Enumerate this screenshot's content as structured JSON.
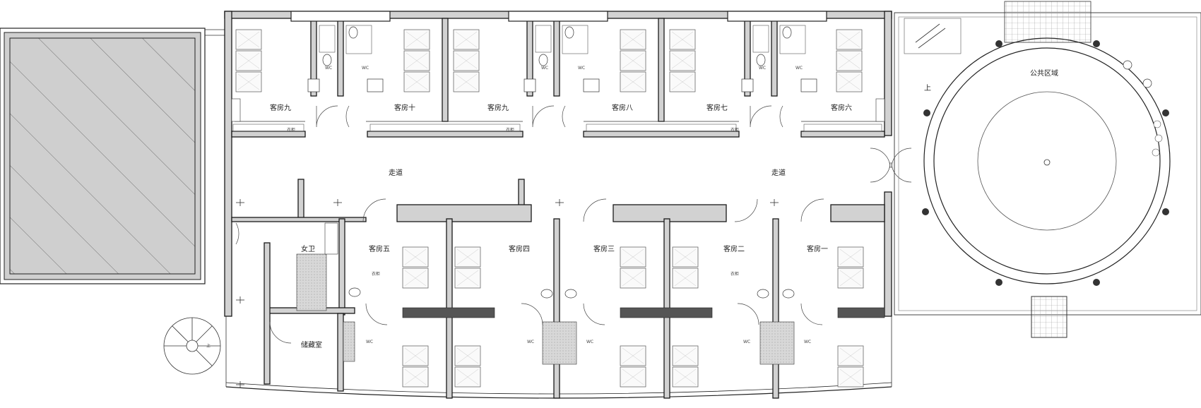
{
  "plan": {
    "labels": {
      "public_area": "公共区域",
      "corridor_left": "走道",
      "corridor_right": "走道",
      "room_9a": "客房九",
      "room_10": "客房十",
      "room_9b": "客房九",
      "room_8": "客房八",
      "room_7": "客房七",
      "room_6": "客房六",
      "room_5": "客房五",
      "room_4": "客房四",
      "room_3": "客房三",
      "room_2": "客房二",
      "room_1": "客房一",
      "womens_wc": "女卫",
      "storage": "储藏室",
      "stair_up": "上",
      "stair_up_small": "上"
    },
    "wc_label": "WC",
    "counter_label": "衣柜"
  }
}
